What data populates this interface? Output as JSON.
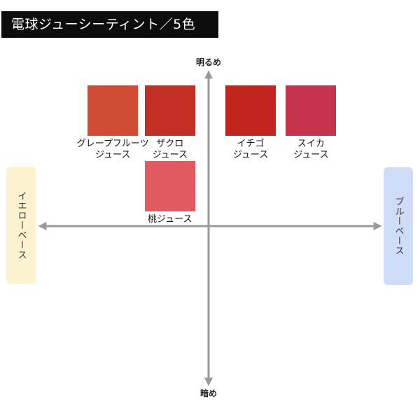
{
  "title": "電球ジューシーティント／5色",
  "axes": {
    "top_label": "明るめ",
    "bottom_label": "暗め",
    "left_label": "イエローベース",
    "right_label": "ブルーベース"
  },
  "colors": {
    "axis": "#9a9a9a",
    "title_bg": "#0d0d0d",
    "left_tag_bg": "#fdf2cf",
    "right_tag_bg": "#cfdcf8"
  },
  "chart_data": {
    "type": "scatter",
    "title": "電球ジューシーティント／5色",
    "xlabel_left": "イエローベース",
    "xlabel_right": "ブルーベース",
    "ylabel_top": "明るめ",
    "ylabel_bottom": "暗め",
    "xlim": [
      -1,
      1
    ],
    "ylim": [
      -1,
      1
    ],
    "grid": false,
    "points": [
      {
        "label_lines": [
          "グレープフルーツ",
          "ジュース"
        ],
        "x": -0.57,
        "y": 0.75,
        "color": "#d24b35"
      },
      {
        "label_lines": [
          "ザクロ",
          "ジュース"
        ],
        "x": -0.23,
        "y": 0.75,
        "color": "#c23025"
      },
      {
        "label_lines": [
          "イチゴ",
          "ジュース"
        ],
        "x": 0.25,
        "y": 0.75,
        "color": "#c2251e"
      },
      {
        "label_lines": [
          "スイカ",
          "ジュース"
        ],
        "x": 0.61,
        "y": 0.75,
        "color": "#c6334c"
      },
      {
        "label_lines": [
          "桃ジュース"
        ],
        "x": -0.23,
        "y": 0.26,
        "color": "#e05a60"
      }
    ]
  }
}
